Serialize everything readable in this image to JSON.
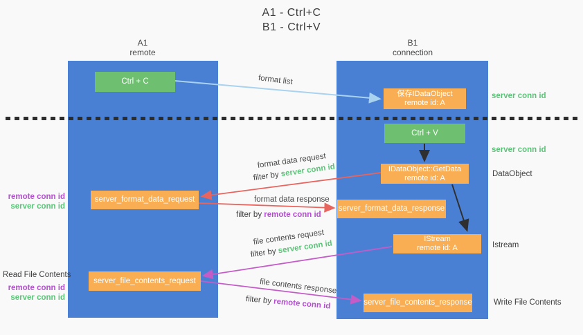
{
  "title": {
    "line1": "A1 - Ctrl+C",
    "line2": "B1 - Ctrl+V"
  },
  "lanes": {
    "a1": {
      "name": "A1",
      "subtitle": "remote"
    },
    "b1": {
      "name": "B1",
      "subtitle": "connection"
    }
  },
  "boxes": {
    "ctrl_c": {
      "label": "Ctrl + C"
    },
    "ctrl_v": {
      "label": "Ctrl + V"
    },
    "save_idataobject": {
      "line1": "保存IDataObject",
      "line2": "remote id: A"
    },
    "idataobject_getdata": {
      "line1": "IDataObject::GetData",
      "line2": "remote id: A"
    },
    "istream": {
      "line1": "IStream",
      "line2": "remote id: A"
    },
    "server_format_data_request": {
      "label": "server_format_data_request"
    },
    "server_format_data_response": {
      "label": "server_format_data_response"
    },
    "server_file_contents_request": {
      "label": "server_file_contents_request"
    },
    "server_file_contents_response": {
      "label": "server_file_contents_response"
    }
  },
  "arrow_labels": {
    "format_list": "format list",
    "format_data_request": "format data request",
    "format_data_response": "format data response",
    "file_contents_request": "file contents request",
    "file_contents_response": "file contents response",
    "filter_by": "filter by",
    "server_conn_id": "server conn id",
    "remote_conn_id": "remote conn id"
  },
  "side_labels": {
    "right": {
      "server_conn_id_top": "server conn id",
      "server_conn_id_mid": "server conn id",
      "dataobject": "DataObject",
      "istream": "Istream",
      "write_file_contents": "Write File Contents"
    },
    "left": {
      "remote_conn_id_1": "remote conn id",
      "server_conn_id_1": "server conn id",
      "read_file_contents": "Read File Contents",
      "remote_conn_id_2": "remote conn id",
      "server_conn_id_2": "server conn id"
    }
  },
  "colors": {
    "lane_blue": "#4a80d4",
    "box_green": "#6fbf71",
    "box_orange": "#f9ae53",
    "accent_green": "#5cc479",
    "accent_purple": "#b44fd0",
    "arrow_red": "#e8645e",
    "arrow_magenta": "#c45cc8",
    "arrow_lightblue": "#a9d2ef",
    "arrow_black": "#2f2f2f",
    "background": "#f9f9f9"
  }
}
